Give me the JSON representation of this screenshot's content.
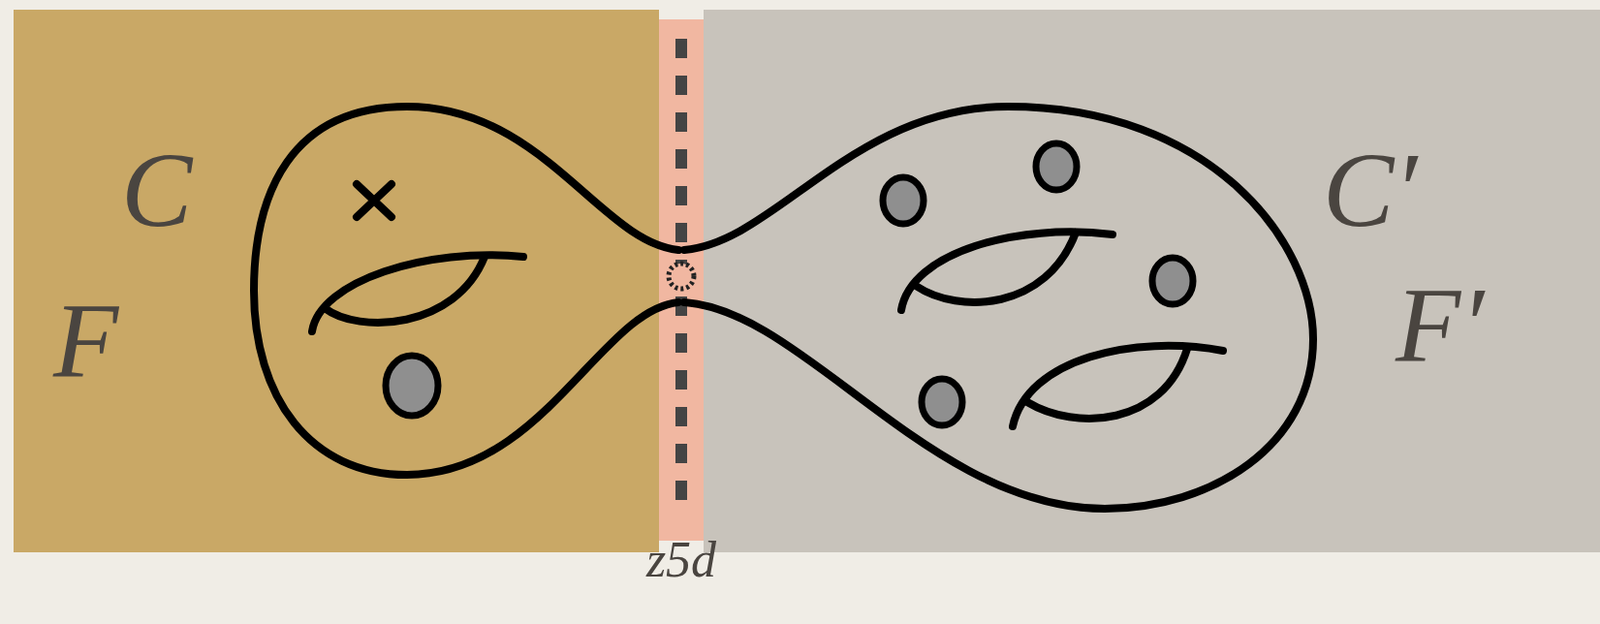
{
  "diagram": {
    "nodes": [
      {
        "text": [
          "C",
          "F"
        ]
      },
      {
        "text": [
          "z5d"
        ]
      },
      {
        "text": [
          "C′",
          "F′"
        ]
      }
    ]
  }
}
